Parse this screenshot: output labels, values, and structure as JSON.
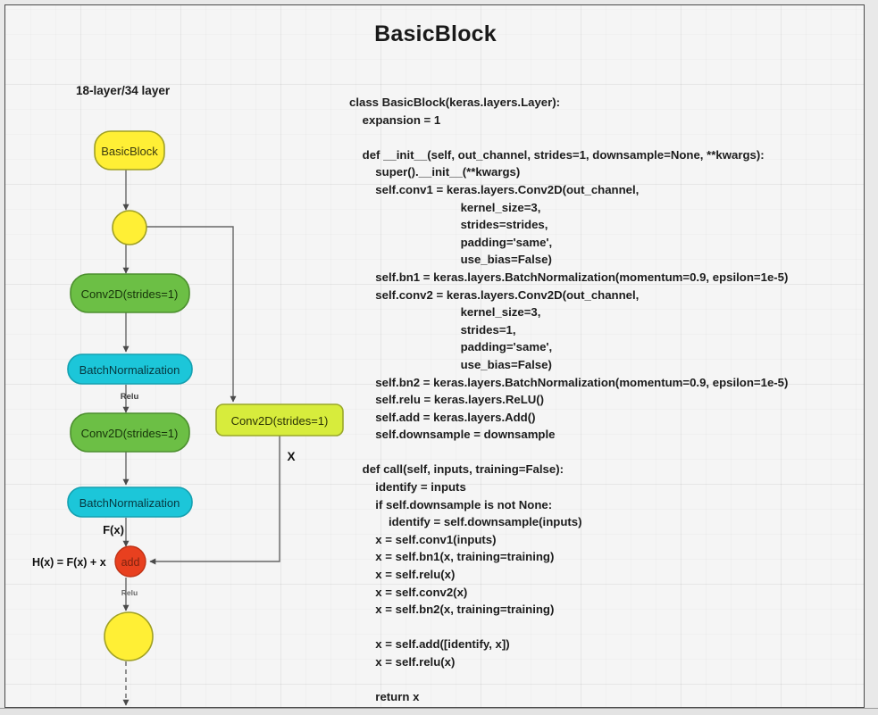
{
  "title": "BasicBlock",
  "diagram": {
    "heading": "18-layer/34 layer",
    "nodes": {
      "start": "BasicBlock",
      "junction_top": "",
      "conv1": "Conv2D(strides=1)",
      "bn1": "BatchNormalization",
      "conv2": "Conv2D(strides=1)",
      "bn2": "BatchNormalization",
      "downsample": "Conv2D(strides=1)",
      "add": "add",
      "end": ""
    },
    "edge_labels": {
      "relu1": "Relu",
      "fx": "F(x)",
      "x_branch": "X",
      "hx": "H(x) = F(x) + x",
      "relu2": "Relu"
    },
    "colors": {
      "start_fill": "#ffef35",
      "start_stroke": "#a0a024",
      "conv_fill": "#6cbf45",
      "conv_stroke": "#4c8f2e",
      "bn_fill": "#1cc6d9",
      "bn_stroke": "#14a0b0",
      "downsample_fill": "#d7ec3c",
      "downsample_stroke": "#9aa82a",
      "add_fill": "#e8401f",
      "add_stroke": "#c03316",
      "edge": "#666666",
      "canvas": "#f5f5f5"
    }
  },
  "code": {
    "lines": [
      "class BasicBlock(keras.layers.Layer):",
      "    expansion = 1",
      "",
      "    def __init__(self, out_channel, strides=1, downsample=None, **kwargs):",
      "        super().__init__(**kwargs)",
      "        self.conv1 = keras.layers.Conv2D(out_channel,",
      "                                  kernel_size=3,",
      "                                  strides=strides,",
      "                                  padding='same',",
      "                                  use_bias=False)",
      "        self.bn1 = keras.layers.BatchNormalization(momentum=0.9, epsilon=1e-5)",
      "        self.conv2 = keras.layers.Conv2D(out_channel,",
      "                                  kernel_size=3,",
      "                                  strides=1,",
      "                                  padding='same',",
      "                                  use_bias=False)",
      "        self.bn2 = keras.layers.BatchNormalization(momentum=0.9, epsilon=1e-5)",
      "        self.relu = keras.layers.ReLU()",
      "        self.add = keras.layers.Add()",
      "        self.downsample = downsample",
      "",
      "    def call(self, inputs, training=False):",
      "        identify = inputs",
      "        if self.downsample is not None:",
      "            identify = self.downsample(inputs)",
      "        x = self.conv1(inputs)",
      "        x = self.bn1(x, training=training)",
      "        x = self.relu(x)",
      "        x = self.conv2(x)",
      "        x = self.bn2(x, training=training)",
      "",
      "        x = self.add([identify, x])",
      "        x = self.relu(x)",
      "",
      "        return x"
    ]
  }
}
